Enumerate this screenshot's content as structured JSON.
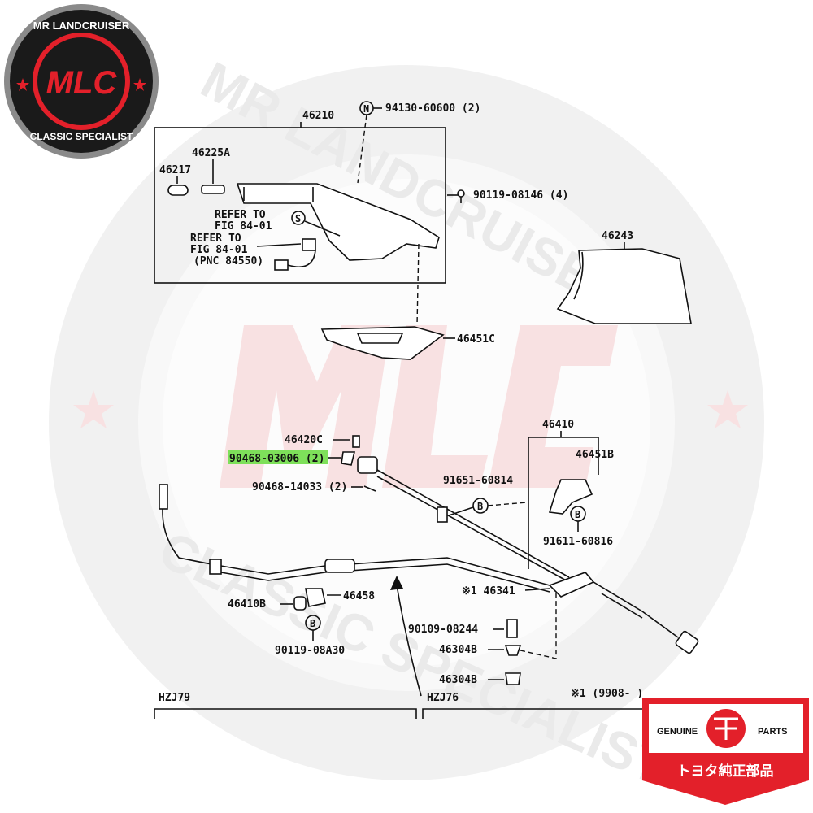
{
  "brand": {
    "logo_top_text": "MR LANDCRUISER",
    "logo_mark": "MLC",
    "logo_bottom_text": "CLASSIC SPECIALIST",
    "watermark_top": "MR LANDCRUISER",
    "watermark_bottom": "CLASSIC SPECIALIST",
    "genuine_left": "GENUINE",
    "genuine_right": "PARTS",
    "genuine_japanese": "トヨタ純正部品",
    "colors": {
      "red": "#e3202a",
      "dark": "#1a1a1a",
      "highlight": "#7ee05a",
      "gray": "#9a9a9a"
    }
  },
  "diagram": {
    "labels": {
      "p46210": "46210",
      "p94130": "94130-60600 (2)",
      "p46225A": "46225A",
      "p46217": "46217",
      "p90119_08146": "90119-08146 (4)",
      "refer1_a": "REFER TO",
      "refer1_b": "FIG 84-01",
      "refer2_a": "REFER TO",
      "refer2_b": "FIG 84-01",
      "refer2_c": "(PNC 84550)",
      "p46243": "46243",
      "p46451C": "46451C",
      "p46420C": "46420C",
      "p90468_03006": "90468-03006 (2)",
      "p90468_14033": "90468-14033 (2)",
      "p46410": "46410",
      "p46451B": "46451B",
      "p91651": "91651-60814",
      "p91611": "91611-60816",
      "p46341": "※1 46341",
      "p46410B": "46410B",
      "p46458": "46458",
      "p90119_08A30": "90119-08A30",
      "p90109": "90109-08244",
      "p46304B_1": "46304B",
      "p46304B_2": "46304B",
      "hzj79": "HZJ79",
      "hzj76": "HZJ76",
      "note1": "※1 (9908-      )"
    },
    "markers": {
      "N": "N",
      "S": "S",
      "B": "B"
    }
  }
}
